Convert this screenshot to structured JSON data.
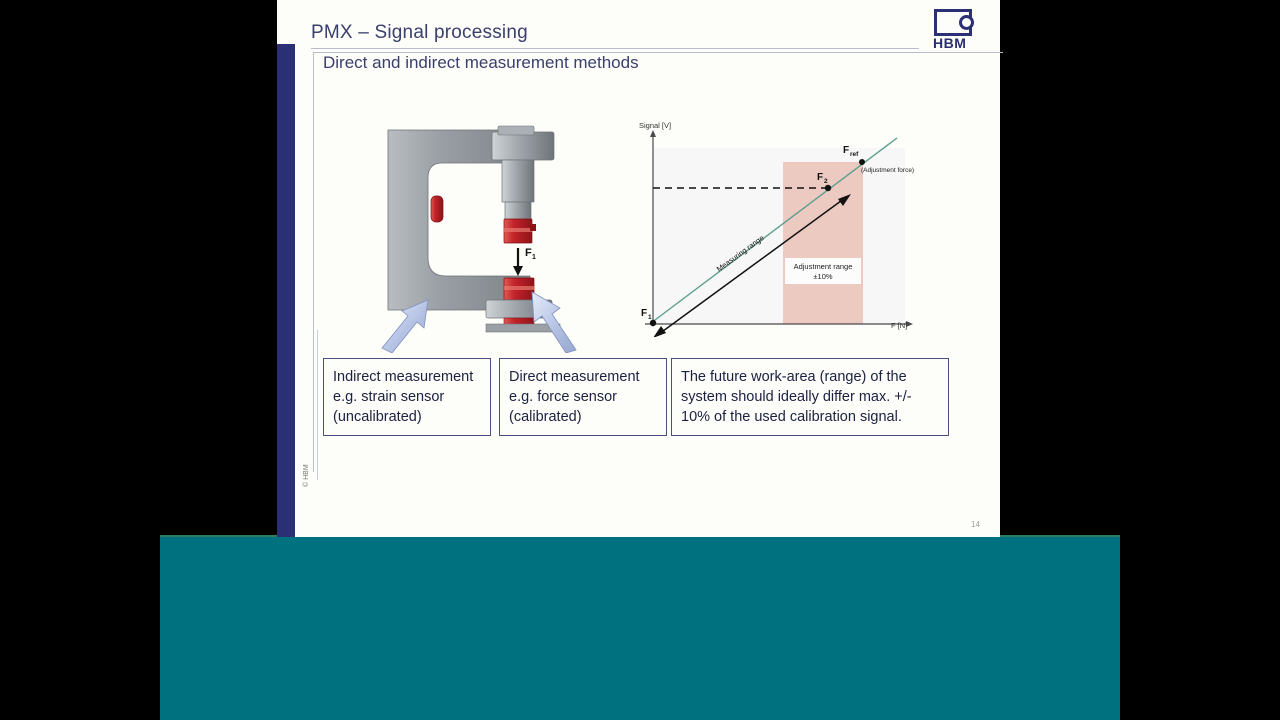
{
  "slide": {
    "title": "PMX – Signal processing",
    "subtitle": "Direct and indirect measurement methods",
    "page_number": "14",
    "copyright": "© HBM",
    "logo": {
      "name": "hbm-logo",
      "text": "HBM"
    },
    "accent_navy": "#2b2f73",
    "background": "#fdfdfa"
  },
  "player": {
    "letterbox_color": "#000000",
    "band_color": "#00717f"
  },
  "boxes": [
    {
      "lines": [
        "Indirect measurement",
        "e.g. strain sensor",
        "(uncalibrated)"
      ]
    },
    {
      "lines": [
        "Direct measurement",
        "e.g. force sensor",
        "(calibrated)"
      ]
    },
    {
      "lines": [
        "The future work-area (range) of the system should ideally differ max. +/- 10% of the used calibration signal."
      ]
    }
  ],
  "diagram": {
    "name": "c-frame-press",
    "force_label": "F",
    "force_sub": "1",
    "frame_color": "#8f9499",
    "sensor_color": "#c02a2a",
    "arrow_color": "#aebbe0"
  },
  "chart_data": {
    "type": "line",
    "title": "",
    "xlabel": "F [N]",
    "ylabel": "Signal [V]",
    "xlim": [
      0,
      100
    ],
    "ylim": [
      0,
      100
    ],
    "grid": false,
    "legend": "none",
    "series": [
      {
        "name": "signal-line",
        "color": "#5c9e8d",
        "x": [
          0,
          100
        ],
        "y": [
          2,
          98
        ]
      },
      {
        "name": "measuring-range-arrow",
        "color": "#1a1a1a",
        "x": [
          4,
          76
        ],
        "y": [
          -6,
          76
        ]
      }
    ],
    "points": [
      {
        "label": "F",
        "sub": "1",
        "x": 2,
        "y": 2
      },
      {
        "label": "F",
        "sub": "2",
        "x": 76,
        "y": 76
      },
      {
        "label": "F",
        "sub": "ref",
        "x": 92,
        "y": 90
      }
    ],
    "annotations": [
      {
        "name": "adjustment-force-note",
        "text": "(Adjustment force)"
      },
      {
        "name": "measuring-range-label",
        "text": "Measuring range"
      },
      {
        "name": "adjustment-range-label",
        "text": "Adjustment range"
      },
      {
        "name": "adjustment-range-value",
        "text": "±10%"
      }
    ],
    "shaded_region": {
      "name": "adjustment-range-band",
      "color": "#eccac2",
      "x_start": 68,
      "x_end": 96
    },
    "guide_line": {
      "name": "f2-dashed-guide",
      "style": "dashed",
      "y": 76
    }
  }
}
